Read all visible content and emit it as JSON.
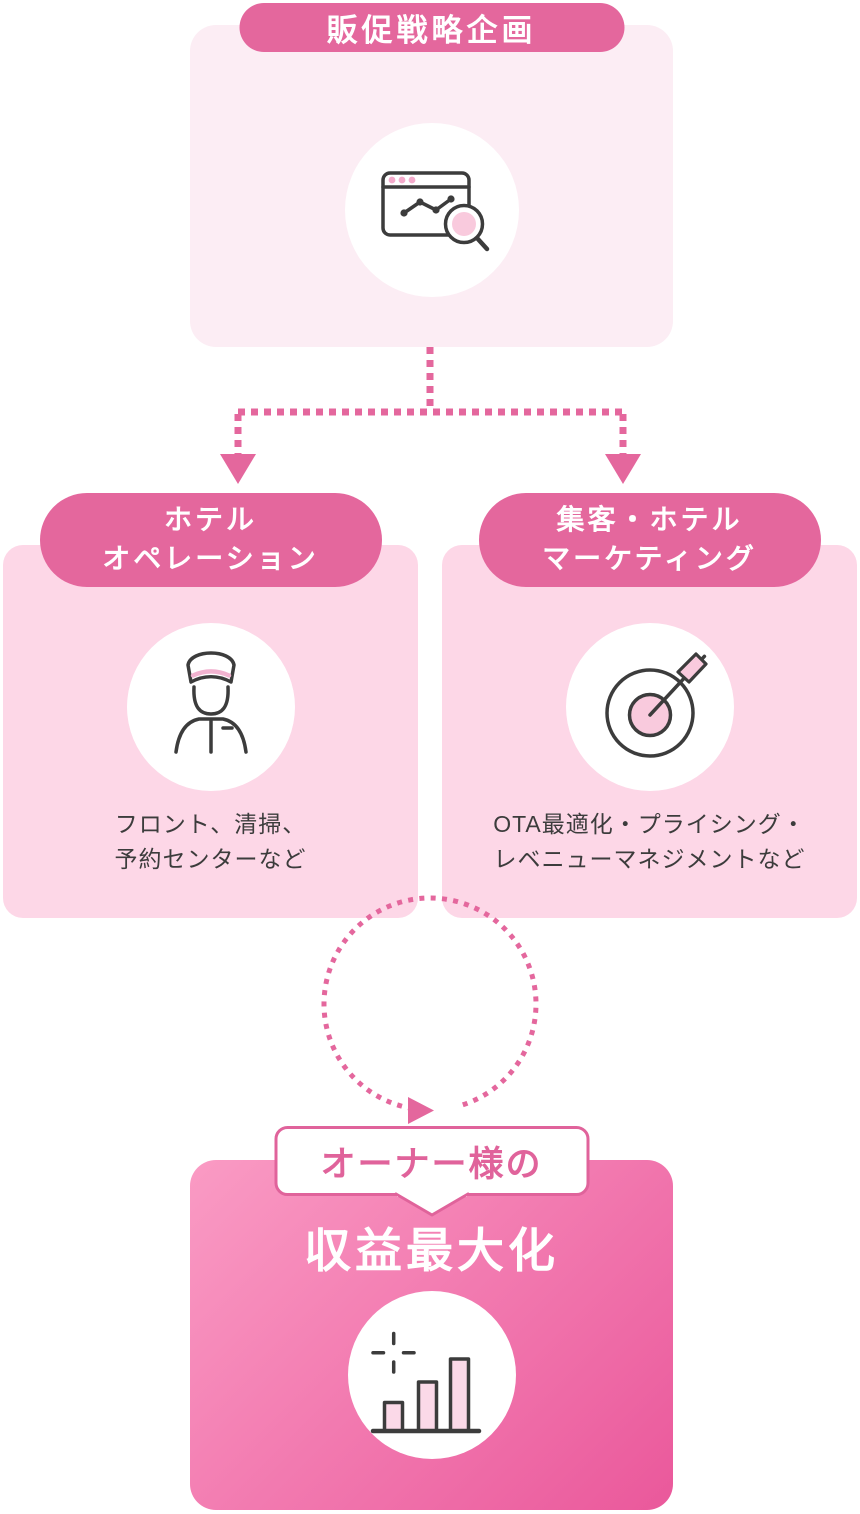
{
  "colors": {
    "accent": "#E4679D",
    "top_box_bg": "#FCEDF4",
    "side_box_bg": "#FDD7E7",
    "gradient_start": "#FA9BC4",
    "gradient_end": "#EA589B",
    "icon_stroke": "#3C3C3C",
    "icon_pink": "#F9CADD",
    "text": "#3C3C3C",
    "label_text": "#E0639B"
  },
  "diagram": {
    "top": {
      "title": "販促戦略企画",
      "icon": "browser-analytics-icon"
    },
    "left": {
      "title_line1": "ホテル",
      "title_line2": "オペレーション",
      "desc_line1": "フロント、清掃、",
      "desc_line2": "予約センターなど",
      "icon": "concierge-icon"
    },
    "right": {
      "title_line1": "集客・ホテル",
      "title_line2": "マーケティング",
      "desc_line1": "OTA最適化・プライシング・",
      "desc_line2": "レベニューマネジメントなど",
      "icon": "target-dart-icon"
    },
    "result": {
      "label": "オーナー様の",
      "title": "収益最大化",
      "icon": "bar-graph-icon"
    }
  }
}
